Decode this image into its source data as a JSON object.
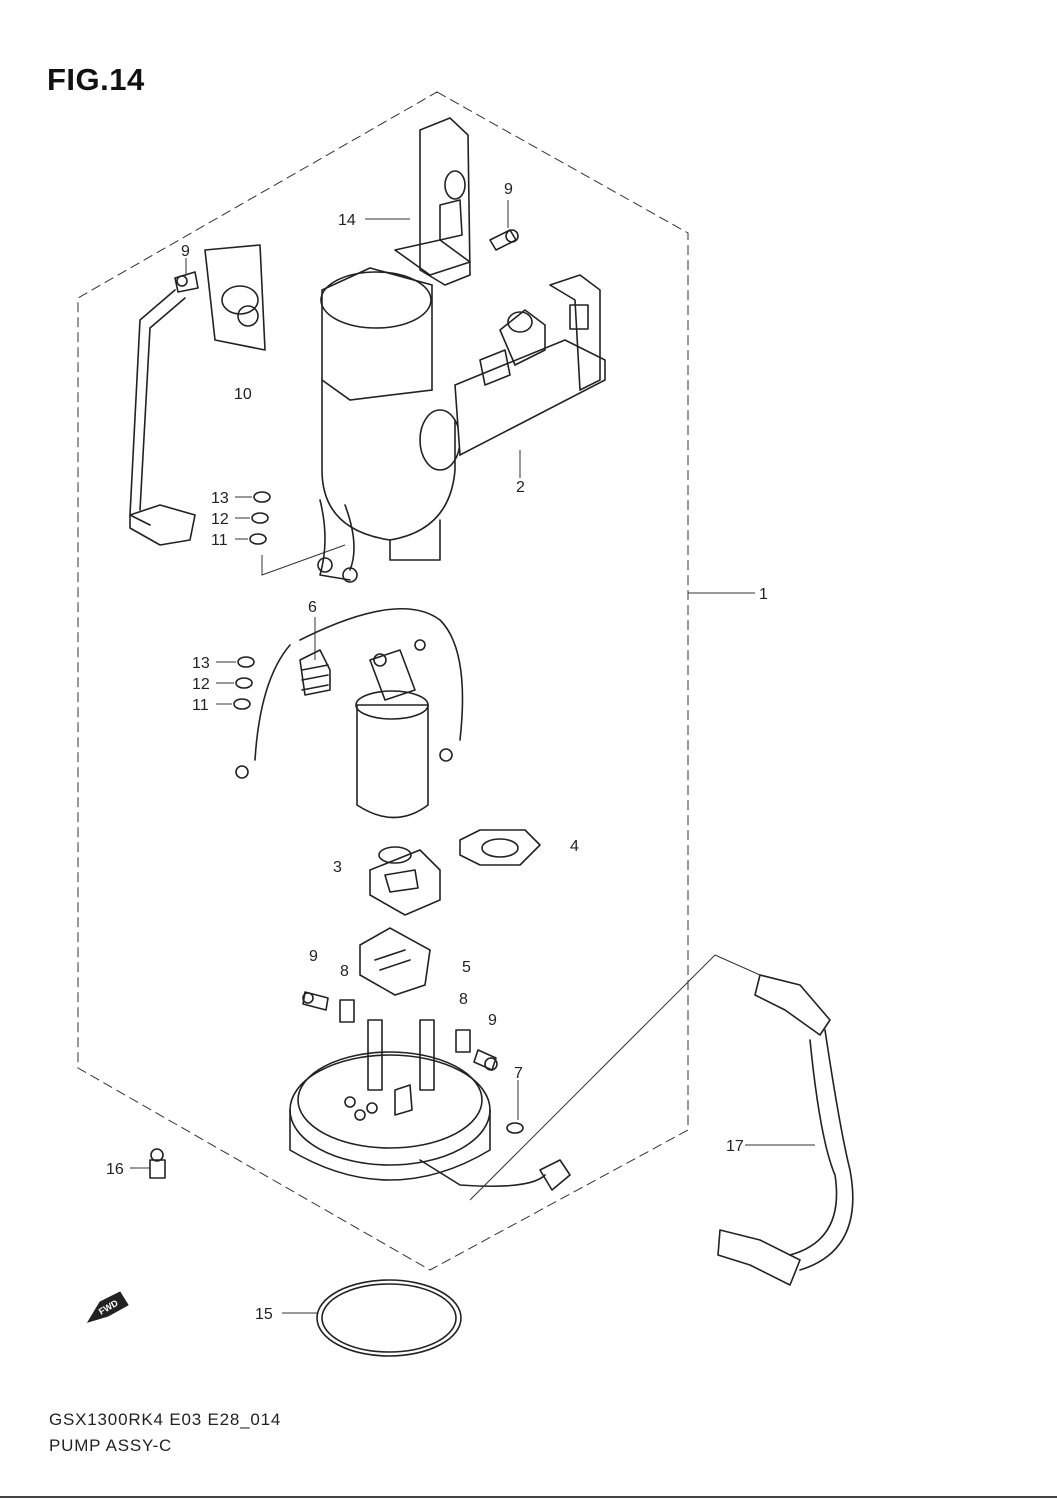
{
  "figure": {
    "title": "FIG.14",
    "code": "GSX1300RK4 E03 E28_014",
    "name": "PUMP ASSY-C",
    "fwd_label": "FWD"
  },
  "callouts": {
    "c1": "1",
    "c2": "2",
    "c3": "3",
    "c4": "4",
    "c5": "5",
    "c6": "6",
    "c7": "7",
    "c8a": "8",
    "c8b": "8",
    "c9a": "9",
    "c9b": "9",
    "c9c": "9",
    "c9d": "9",
    "c10": "10",
    "c11a": "11",
    "c11b": "11",
    "c12a": "12",
    "c12b": "12",
    "c13a": "13",
    "c13b": "13",
    "c14": "14",
    "c15": "15",
    "c16": "16",
    "c17": "17"
  }
}
